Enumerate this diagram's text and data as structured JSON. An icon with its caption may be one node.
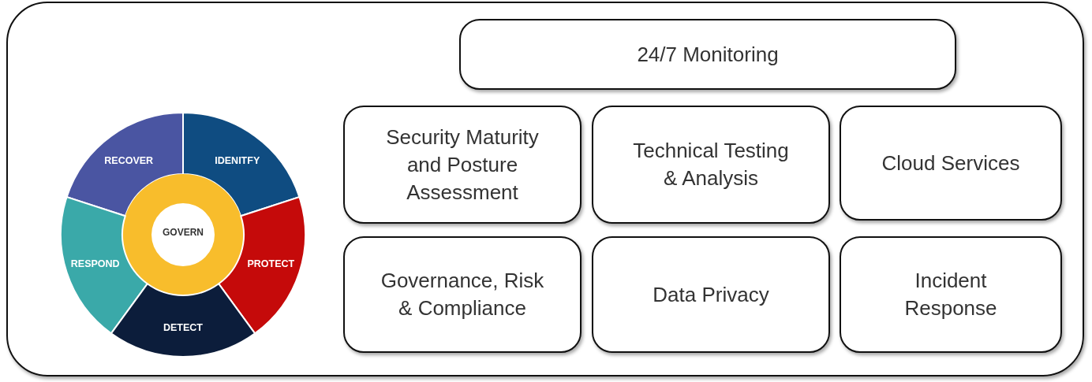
{
  "diagram": {
    "nodes": [
      {
        "text": [
          "RECOVER"
        ]
      },
      {
        "text": [
          "IDENITFY"
        ]
      },
      {
        "text": [
          "GOVERN"
        ]
      },
      {
        "text": [
          "RESPOND"
        ]
      },
      {
        "text": [
          "PROTECT"
        ]
      },
      {
        "text": [
          "DETECT"
        ]
      },
      {
        "text": [
          "24/7 Monitoring"
        ]
      },
      {
        "text": [
          "Security Maturity and Posture Assessment"
        ]
      },
      {
        "text": [
          "Technical Testing & Analysis"
        ]
      },
      {
        "text": [
          "Cloud Services"
        ]
      },
      {
        "text": [
          "Governance, Risk & Compliance"
        ]
      },
      {
        "text": [
          "Data Privacy"
        ]
      },
      {
        "text": [
          "Incident Response"
        ]
      }
    ],
    "edges": []
  }
}
